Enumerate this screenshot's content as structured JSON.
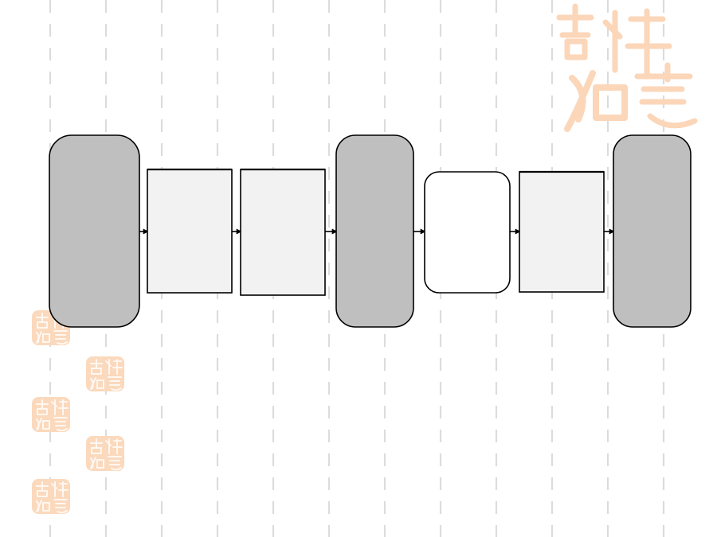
{
  "diagram": {
    "nodes": [
      {
        "id": "n1",
        "kind": "terminal"
      },
      {
        "id": "n2",
        "kind": "process"
      },
      {
        "id": "n3",
        "kind": "process"
      },
      {
        "id": "n4",
        "kind": "terminal"
      },
      {
        "id": "n5",
        "kind": "decision"
      },
      {
        "id": "n6",
        "kind": "process"
      },
      {
        "id": "n7",
        "kind": "terminal"
      }
    ],
    "edges": [
      {
        "from": "n1",
        "to": "n2"
      },
      {
        "from": "n2",
        "to": "n3"
      },
      {
        "from": "n3",
        "to": "n4"
      },
      {
        "from": "n4",
        "to": "n5"
      },
      {
        "from": "n5",
        "to": "n6"
      },
      {
        "from": "n6",
        "to": "n7"
      }
    ]
  },
  "decorations": {
    "watermark_text": "吉祥如意",
    "seal_count": 5
  },
  "colors": {
    "terminal_fill": "#bfbfbf",
    "process_fill": "#f2f2f2",
    "decision_fill": "#ffffff",
    "outline": "#000000",
    "guide_line": "#dcdcdc",
    "seal_orange": "#fbd9bd"
  }
}
